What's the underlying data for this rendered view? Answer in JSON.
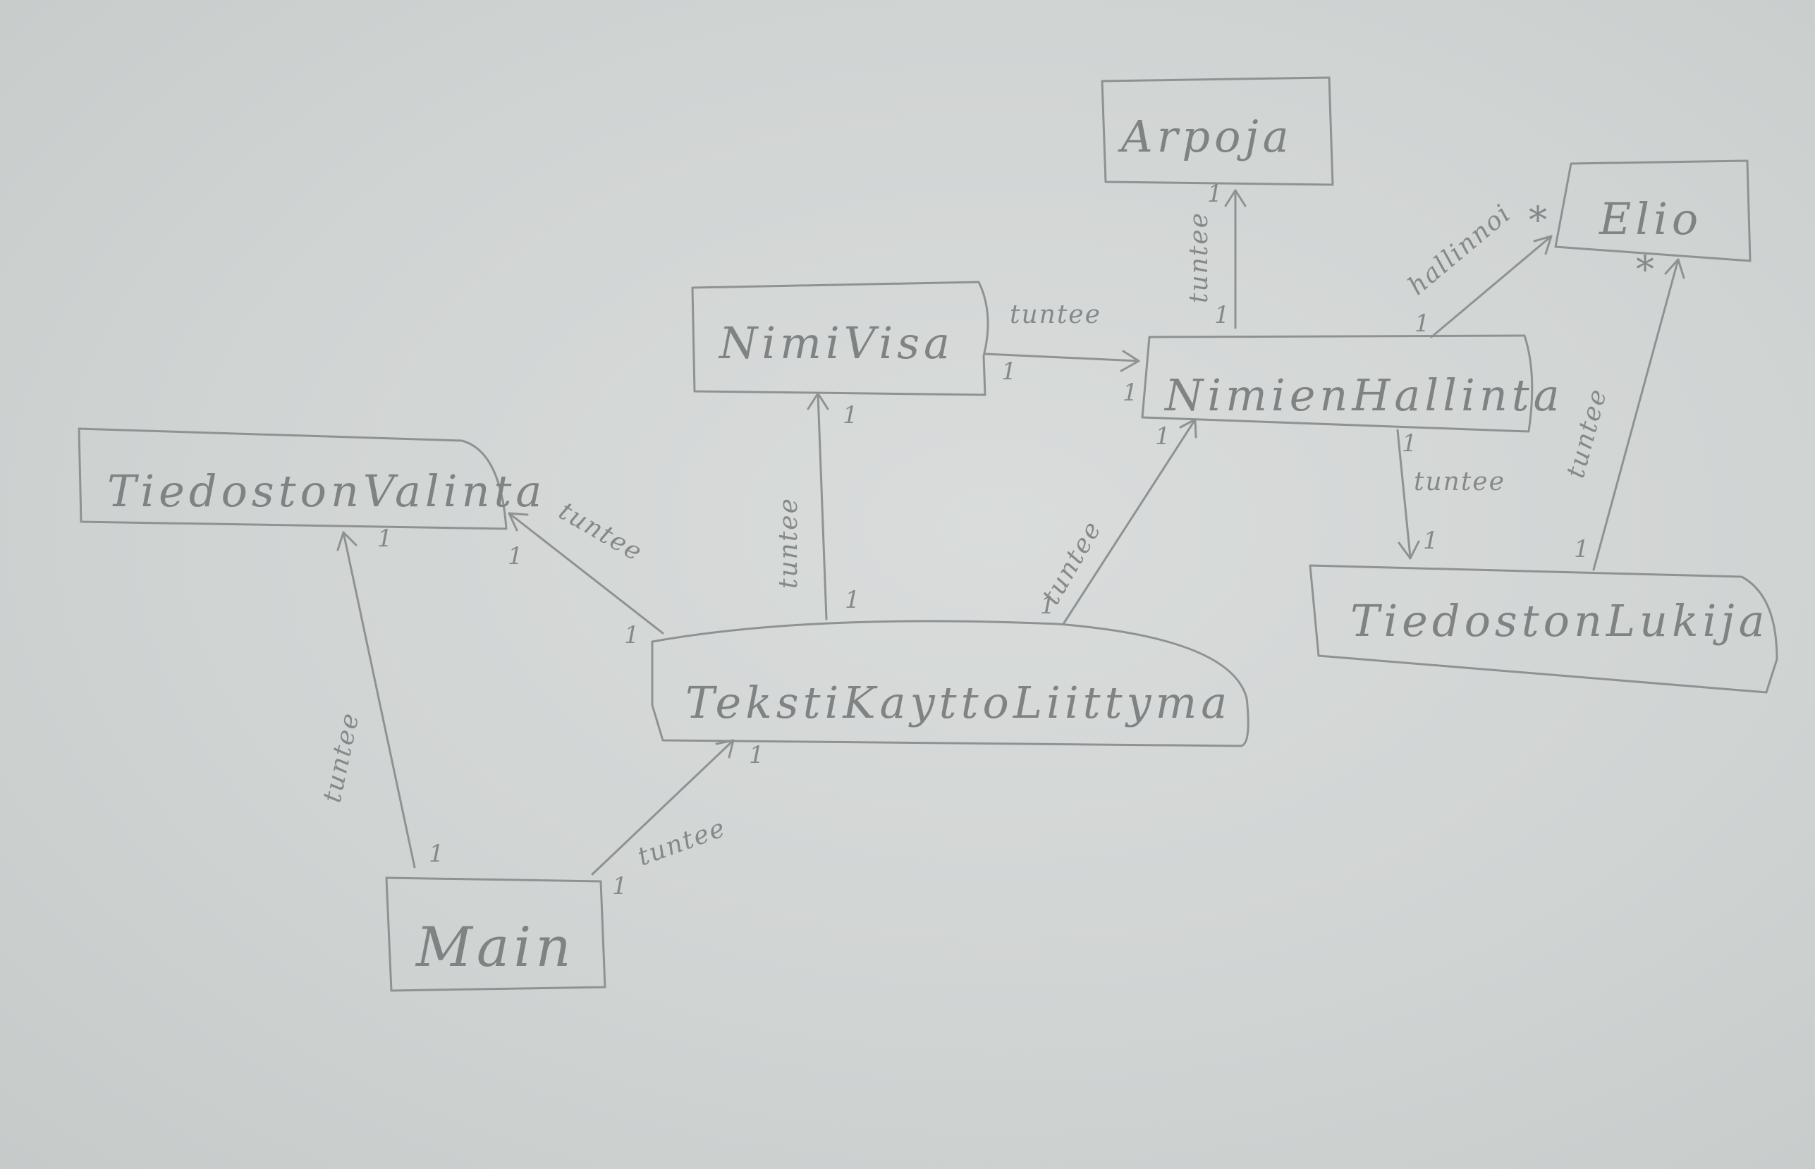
{
  "diagram": {
    "nodes": [
      {
        "id": "arpoja",
        "label": "Arpoja"
      },
      {
        "id": "elio",
        "label": "Elio"
      },
      {
        "id": "nimivisa",
        "label": "NimiVisa"
      },
      {
        "id": "nimienhallinta",
        "label": "NimienHallinta"
      },
      {
        "id": "tiedostonvalinta",
        "label": "TiedostonValinta"
      },
      {
        "id": "tekstikayttoliittyma",
        "label": "TekstiKayttoLiittyma"
      },
      {
        "id": "tiedostonlukija",
        "label": "TiedostonLukija"
      },
      {
        "id": "main",
        "label": "Main"
      }
    ],
    "edges": [
      {
        "from": "nimivisa",
        "to": "nimienhallinta",
        "label": "tuntee",
        "from_mult": "1",
        "to_mult": "1"
      },
      {
        "from": "nimienhallinta",
        "to": "arpoja",
        "label": "tuntee",
        "from_mult": "1",
        "to_mult": "1"
      },
      {
        "from": "nimienhallinta",
        "to": "elio",
        "label": "hallinnoi",
        "from_mult": "1",
        "to_mult": "*"
      },
      {
        "from": "nimienhallinta",
        "to": "tiedostonlukija",
        "label": "tuntee",
        "from_mult": "1",
        "to_mult": "1"
      },
      {
        "from": "tiedostonlukija",
        "to": "elio",
        "label": "tuntee",
        "from_mult": "1",
        "to_mult": "*"
      },
      {
        "from": "tekstikayttoliittyma",
        "to": "nimivisa",
        "label": "tuntee",
        "from_mult": "1",
        "to_mult": "1"
      },
      {
        "from": "tekstikayttoliittyma",
        "to": "nimienhallinta",
        "label": "tuntee",
        "from_mult": "1",
        "to_mult": "1"
      },
      {
        "from": "tekstikayttoliittyma",
        "to": "tiedostonvalinta",
        "label": "tuntee",
        "from_mult": "1",
        "to_mult": "1"
      },
      {
        "from": "main",
        "to": "tiedostonvalinta",
        "label": "tuntee",
        "from_mult": "1",
        "to_mult": "1"
      },
      {
        "from": "main",
        "to": "tekstikayttoliittyma",
        "label": "tuntee",
        "from_mult": "1",
        "to_mult": "1"
      }
    ]
  },
  "colors": {
    "paper": "#d3d7d6",
    "pencil": "#8e9292"
  }
}
